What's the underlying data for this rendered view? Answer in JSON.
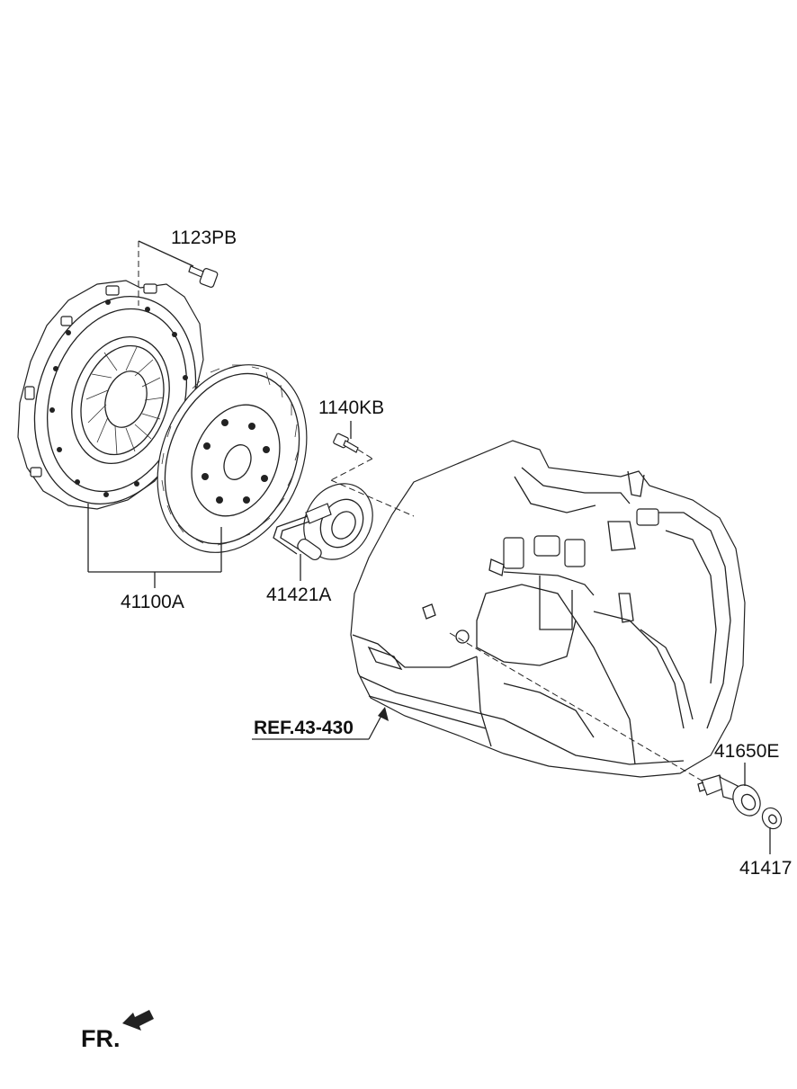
{
  "labels": {
    "bolt_pressure_plate": "1123PB",
    "bolt_release_bearing": "1140KB",
    "clutch_set": "41100A",
    "release_cylinder": "41421A",
    "reference": "REF.43-430",
    "sensor": "41650E",
    "seal": "41417",
    "front_indicator": "FR."
  },
  "colors": {
    "line": "#222222",
    "background": "#ffffff"
  },
  "icons": {
    "front_arrow": "front-direction-arrow-icon"
  }
}
